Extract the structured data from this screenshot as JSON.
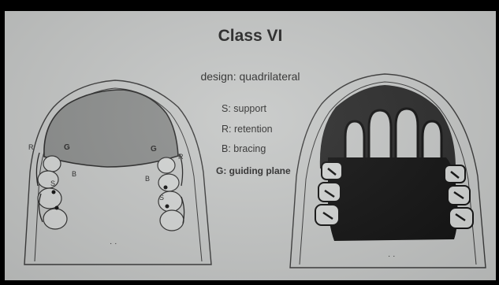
{
  "slide": {
    "title": "Class VI",
    "subtitle": "design: quadrilateral",
    "legend": [
      {
        "label": "S: support"
      },
      {
        "label": "R: retention"
      },
      {
        "label": "B: bracing"
      },
      {
        "label": "G: guiding plane"
      }
    ]
  },
  "left_diagram": {
    "labels": {
      "r": "R",
      "g": "G",
      "b": "B",
      "s": "S",
      "rugae": "· ·"
    }
  },
  "right_diagram": {
    "labels": {
      "rugae": "· ·"
    }
  },
  "colors": {
    "background": "#c5c7c6",
    "frame": "#000000",
    "shading": "#8c8e8d",
    "framework": "#111111"
  }
}
